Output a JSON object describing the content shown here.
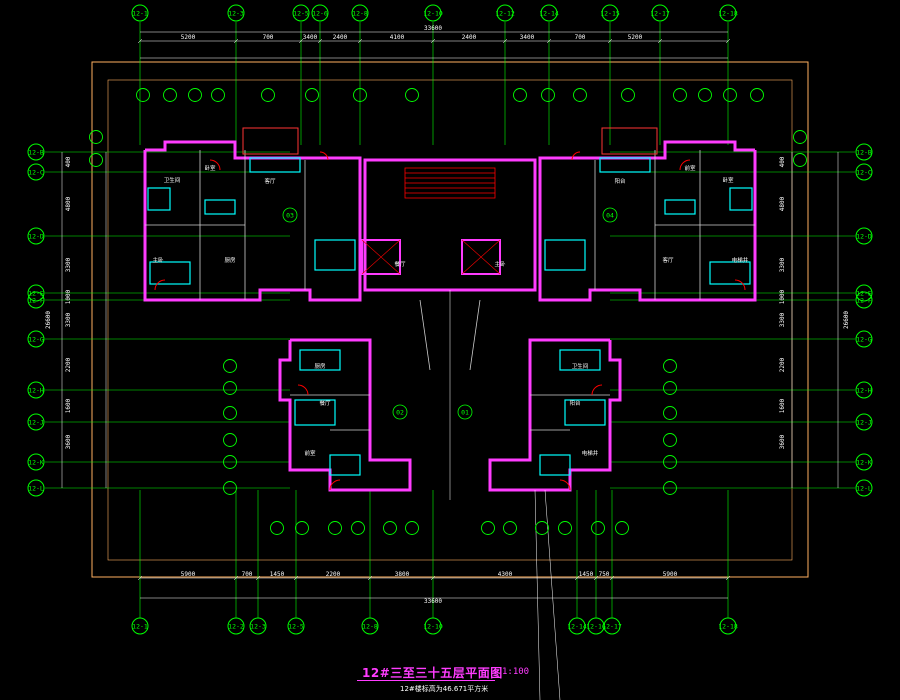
{
  "drawing": {
    "title": "12#三至三十五层平面图",
    "scale": "1:100",
    "subtitle": "12#楼标高为46.671平方米",
    "room_labels": [
      "客厅",
      "卧室",
      "主卧",
      "厨房",
      "卫生间",
      "餐厅",
      "阳台",
      "前室",
      "电梯井"
    ],
    "unit_marks": [
      "03",
      "04",
      "02",
      "01"
    ],
    "overall_dimension": "33600",
    "overall_width_label": "33600",
    "vertical_total_label": "26600",
    "top_chain": [
      "5200",
      "700",
      "3400",
      "2400",
      "4100",
      "2400",
      "3400",
      "700",
      "5200"
    ],
    "bottom_chain": [
      "5900",
      "700",
      "1450",
      "2200",
      "3800",
      "4300",
      "1450",
      "750",
      "5900"
    ],
    "side_chain": [
      "400",
      "4800",
      "3300",
      "1000",
      "3300",
      "2200",
      "1600",
      "3600"
    ],
    "top_axes": [
      "12-1",
      "12-3",
      "12-5",
      "12-6",
      "12-8",
      "12-10",
      "12-12",
      "12-14",
      "12-15",
      "12-17",
      "12-18"
    ],
    "bottom_axes": [
      "12-1",
      "12-2",
      "12-3",
      "12-5",
      "12-8",
      "12-10",
      "12-14",
      "12-16",
      "12-17",
      "12-18"
    ],
    "left_axes": [
      "12-B",
      "12-C",
      "12-D",
      "12-E",
      "12-F",
      "12-G",
      "12-H",
      "12-J",
      "12-K",
      "12-L"
    ],
    "right_axes": [
      "12-B",
      "12-C",
      "12-D",
      "12-E",
      "12-F",
      "12-G",
      "12-H",
      "12-J",
      "12-K",
      "12-L"
    ]
  },
  "colors": {
    "background": "#000000",
    "grid": "#00ff00",
    "walls": "#ff3cff",
    "window": "#00ffff",
    "door": "#ff0000",
    "dimension": "#ffffff",
    "border": "#ffb060",
    "axis_bubble": "#00ff00"
  }
}
